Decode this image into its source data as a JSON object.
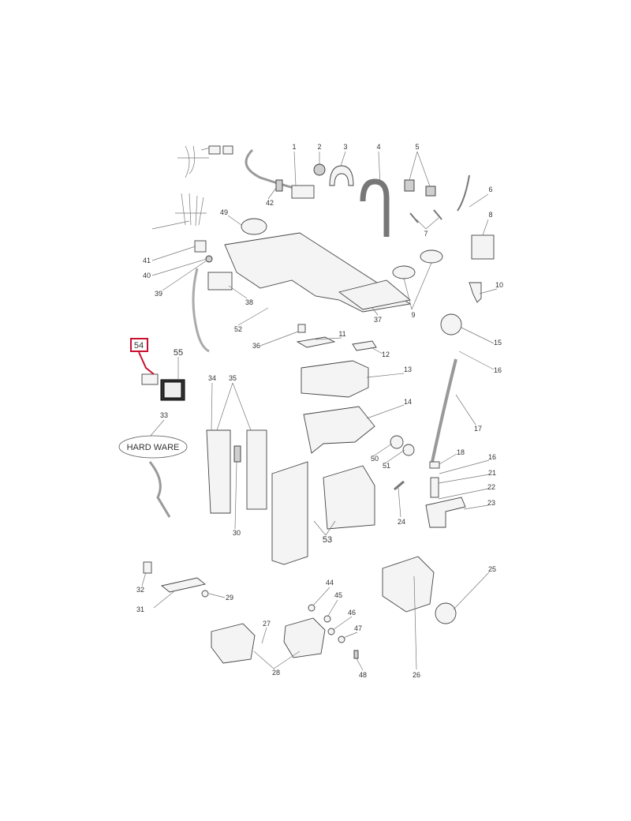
{
  "diagram": {
    "highlight_color": "#c8102e",
    "highlighted_part": "54",
    "hardware_label": "HARD WARE",
    "part_labels": [
      "1",
      "2",
      "3",
      "4",
      "5",
      "6",
      "7",
      "8",
      "9",
      "10",
      "11",
      "12",
      "13",
      "14",
      "15",
      "16",
      "17",
      "18",
      "16",
      "21",
      "22",
      "23",
      "24",
      "25",
      "26",
      "27",
      "28",
      "29",
      "30",
      "31",
      "32",
      "33",
      "34",
      "35",
      "36",
      "37",
      "38",
      "39",
      "40",
      "41",
      "42",
      "44",
      "45",
      "46",
      "47",
      "48",
      "49",
      "50",
      "51",
      "52",
      "53",
      "54",
      "55"
    ]
  }
}
